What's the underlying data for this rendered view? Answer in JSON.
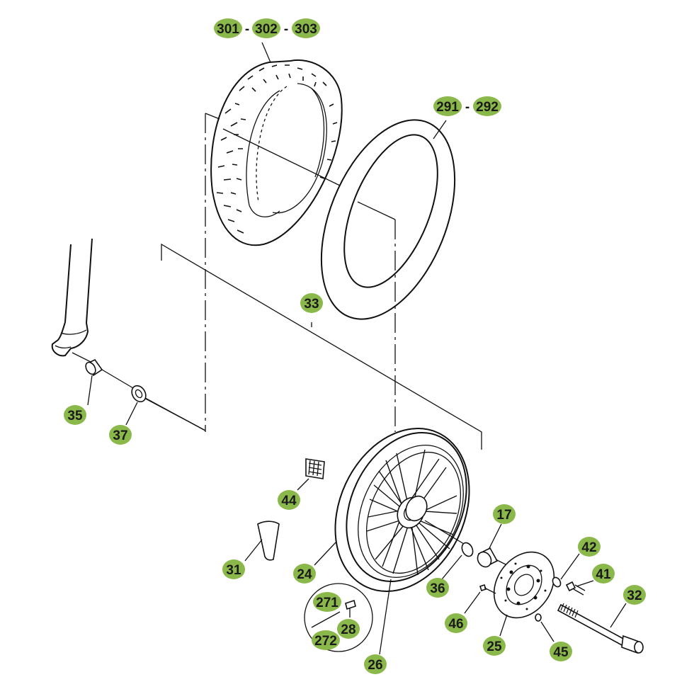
{
  "labels": [
    {
      "id": "301",
      "text": "301"
    },
    {
      "id": "302",
      "text": "302"
    },
    {
      "id": "303",
      "text": "303"
    },
    {
      "id": "291",
      "text": "291"
    },
    {
      "id": "292",
      "text": "292"
    },
    {
      "id": "33",
      "text": "33"
    },
    {
      "id": "35",
      "text": "35"
    },
    {
      "id": "37",
      "text": "37"
    },
    {
      "id": "44",
      "text": "44"
    },
    {
      "id": "17",
      "text": "17"
    },
    {
      "id": "42",
      "text": "42"
    },
    {
      "id": "41",
      "text": "41"
    },
    {
      "id": "31",
      "text": "31"
    },
    {
      "id": "24",
      "text": "24"
    },
    {
      "id": "36",
      "text": "36"
    },
    {
      "id": "32",
      "text": "32"
    },
    {
      "id": "271",
      "text": "271"
    },
    {
      "id": "28",
      "text": "28"
    },
    {
      "id": "46",
      "text": "46"
    },
    {
      "id": "272",
      "text": "272"
    },
    {
      "id": "25",
      "text": "25"
    },
    {
      "id": "45",
      "text": "45"
    },
    {
      "id": "26",
      "text": "26"
    }
  ],
  "separators": {
    "dash": "-"
  },
  "colors": {
    "label_fill": "#8bb84a",
    "line": "#111111"
  }
}
